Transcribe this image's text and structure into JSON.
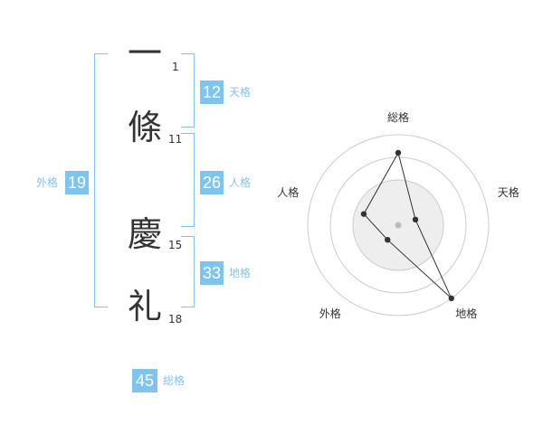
{
  "name": {
    "chars": [
      {
        "kanji": "一",
        "strokes": "1"
      },
      {
        "kanji": "條",
        "strokes": "11"
      },
      {
        "kanji": "慶",
        "strokes": "15"
      },
      {
        "kanji": "礼",
        "strokes": "18"
      }
    ]
  },
  "kakusu": {
    "tenkaku": {
      "value": "12",
      "label": "天格"
    },
    "jinkaku": {
      "value": "26",
      "label": "人格"
    },
    "chikaku": {
      "value": "33",
      "label": "地格"
    },
    "gaikaku": {
      "value": "19",
      "label": "外格"
    },
    "soukaku": {
      "value": "45",
      "label": "総格"
    }
  },
  "colors": {
    "accent": "#7fc4ee",
    "text": "#333333",
    "grid": "#cccccc"
  },
  "chart_data": {
    "type": "radar",
    "axes": [
      "総格",
      "天格",
      "地格",
      "外格",
      "人格"
    ],
    "values": [
      4,
      1,
      5,
      1,
      2
    ],
    "max": 5,
    "rings": 4
  }
}
